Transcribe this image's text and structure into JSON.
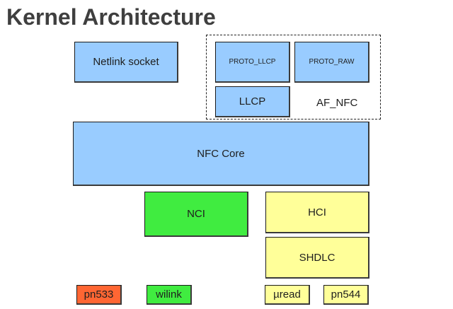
{
  "title": "Kernel Architecture",
  "colors": {
    "title": "#3f3f3f",
    "blue": "#99ccff",
    "green": "#40ec40",
    "yellow": "#ffff99",
    "orange": "#ff6633"
  },
  "blocks": {
    "netlink_socket": "Netlink socket",
    "af_nfc_group": {
      "label": "AF_NFC",
      "proto_llcp": "PROTO_LLCP",
      "proto_raw": "PROTO_RAW",
      "llcp": "LLCP"
    },
    "nfc_core": "NFC Core",
    "nci": "NCI",
    "hci": "HCI",
    "shdlc": "SHDLC"
  },
  "drivers": {
    "pn533": "pn533",
    "wilink": "wilink",
    "uread": "µread",
    "pn544": "pn544"
  }
}
